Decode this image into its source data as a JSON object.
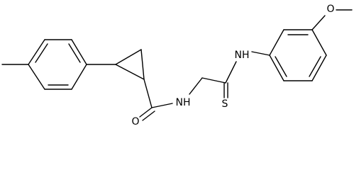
{
  "atoms": {
    "o_methoxy": "O",
    "nh_aryl": "NH",
    "nh_hydrazide": "NH",
    "s_thione": "S",
    "o_carbonyl": "O"
  }
}
